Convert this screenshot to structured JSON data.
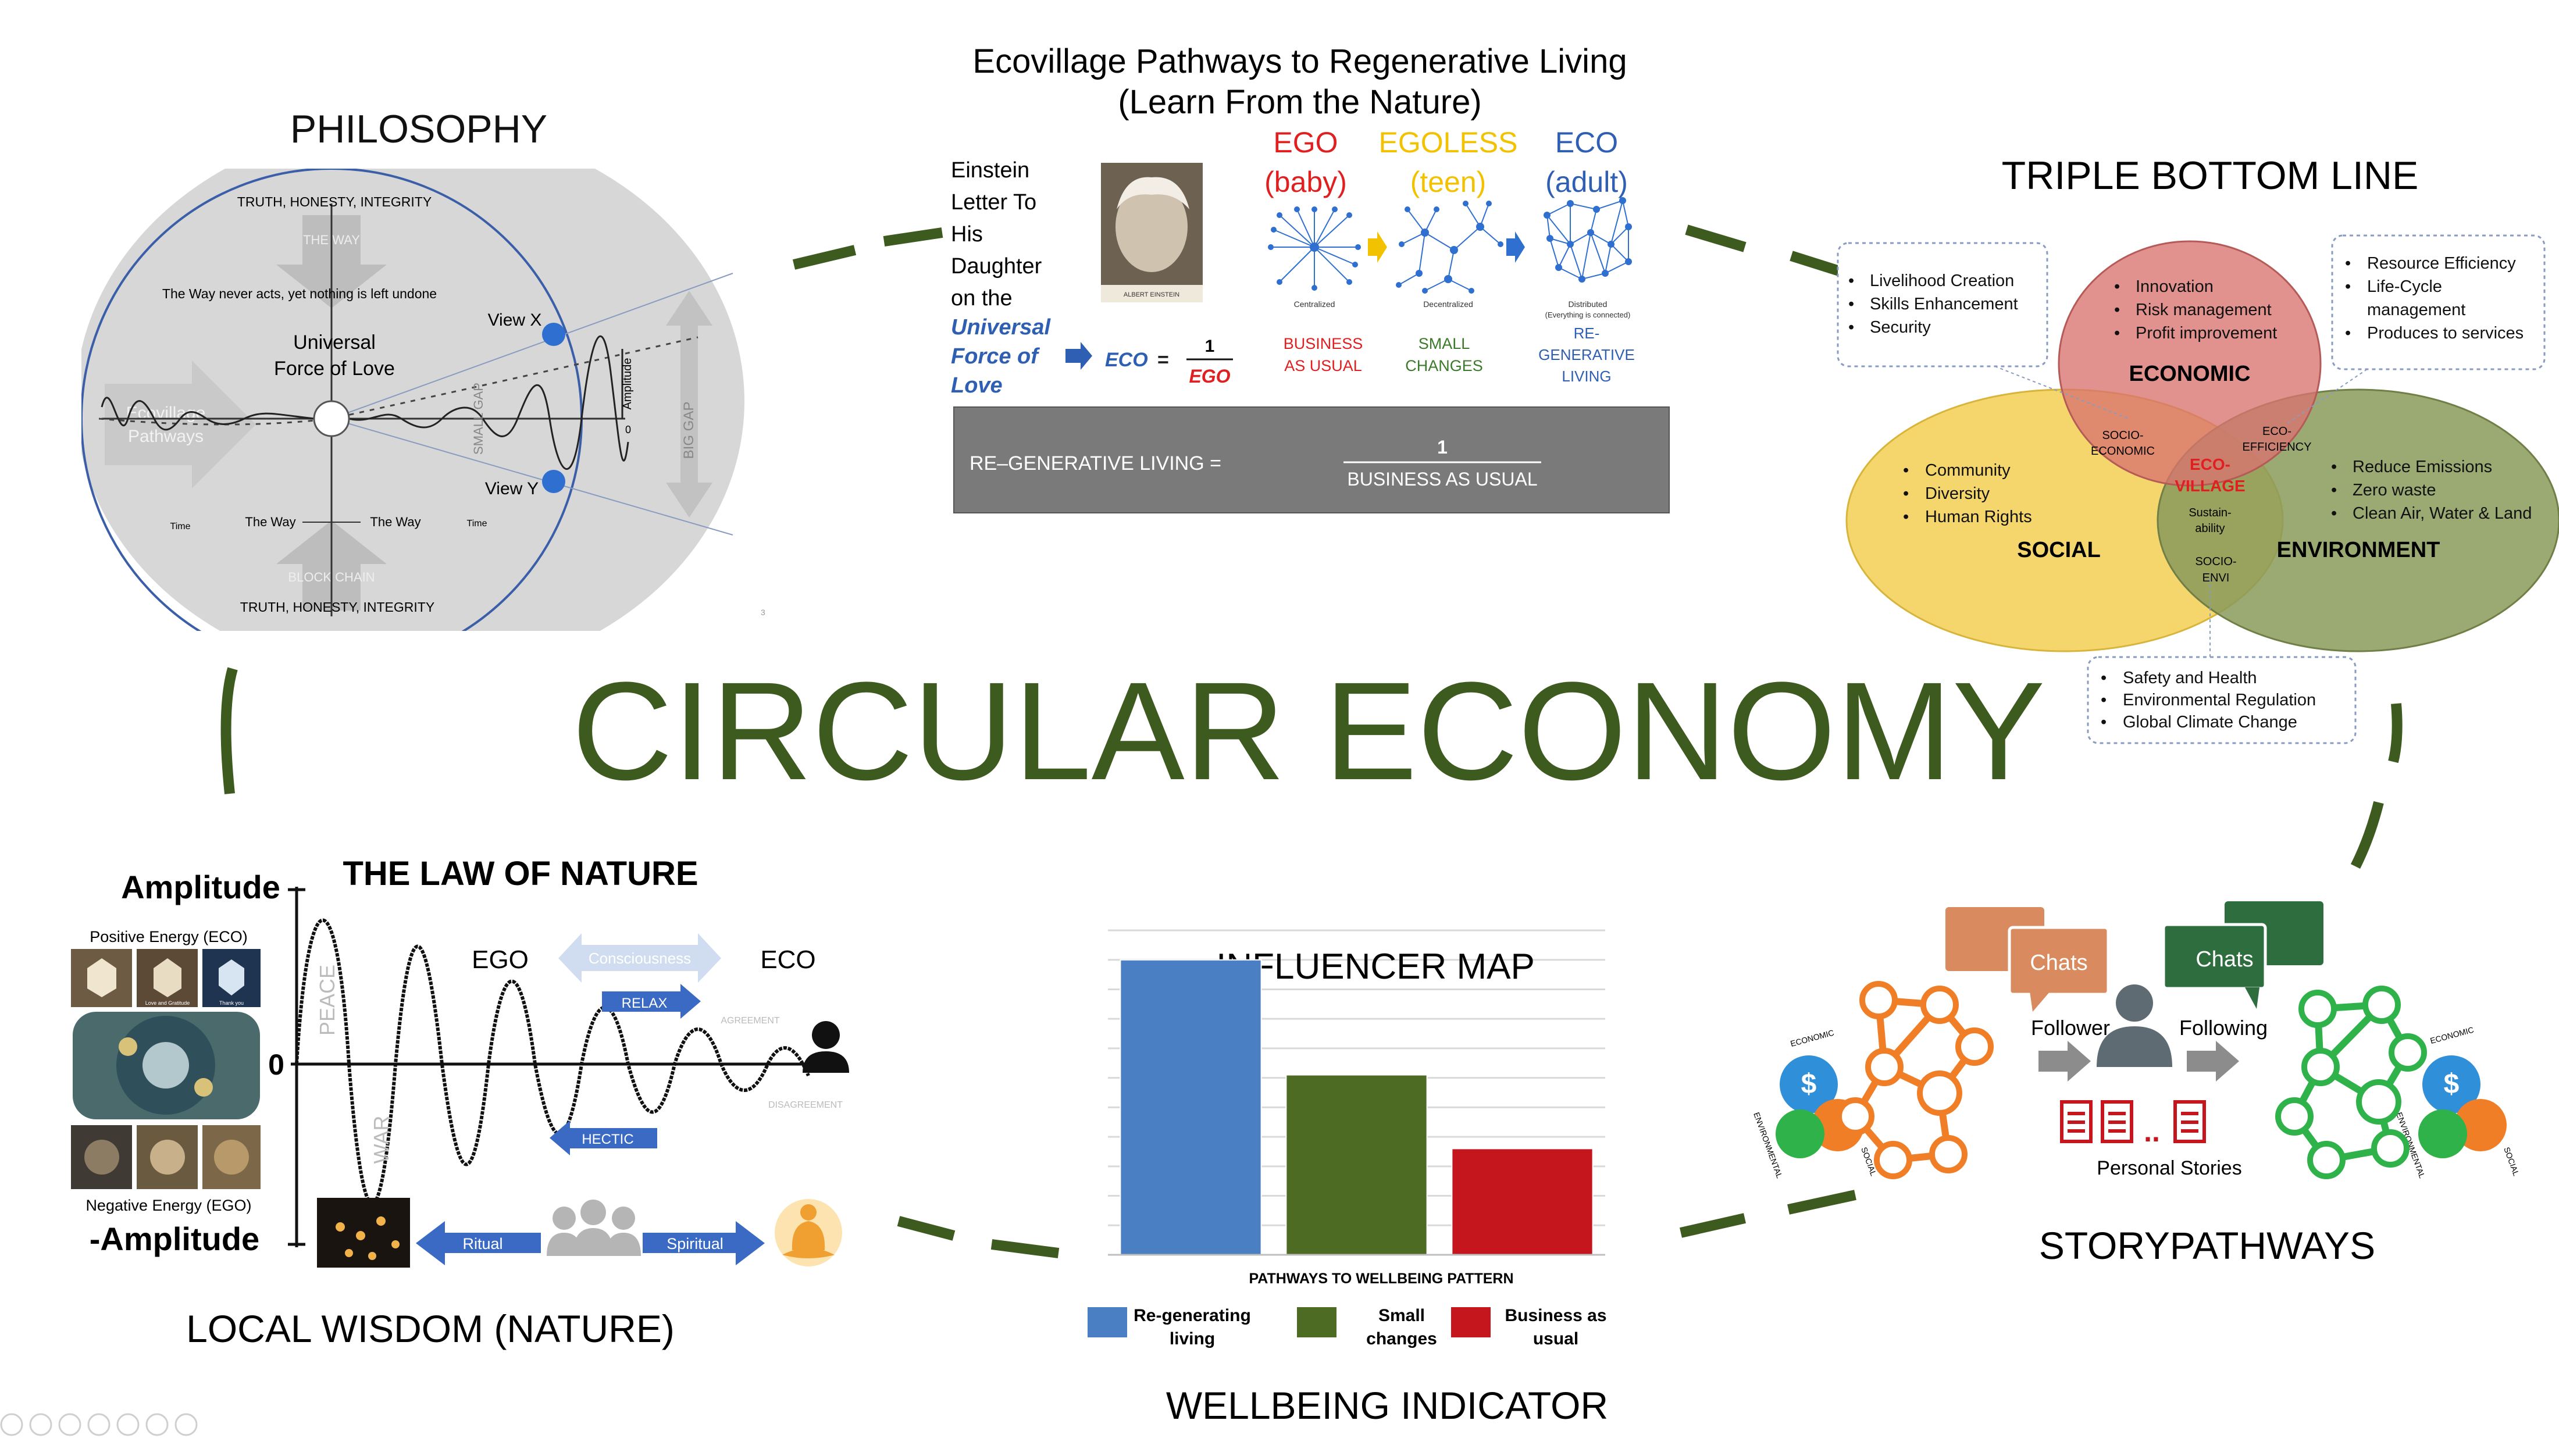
{
  "main_title": "CIRCULAR ECONOMY",
  "philosophy": {
    "title": "PHILOSOPHY",
    "top_label": "TRUTH, HONESTY, INTEGRITY",
    "bottom_label": "TRUTH, HONESTY, INTEGRITY",
    "the_way_arrow": "THE WAY",
    "block_chain_arrow": "BLOCK CHAIN",
    "motto": "The Way never acts, yet nothing is left undone",
    "center_label_1": "Universal",
    "center_label_2": "Force of Love",
    "ecovillage_arrow_1": "Ecovillage",
    "ecovillage_arrow_2": "Pathways",
    "view_x": "View X",
    "view_y": "View Y",
    "small_gap": "SMALL GAP",
    "big_gap": "BIG GAP",
    "amplitude": "Amplitude",
    "zero": "0",
    "time_left": "Time",
    "time_right": "Time",
    "the_way_left": "The Way",
    "the_way_right": "The Way",
    "page_number": "3"
  },
  "ecovillage": {
    "title_1": "Ecovillage Pathways to Regenerative Living",
    "title_2": "(Learn From the Nature)",
    "einstein_lines": [
      "Einstein",
      "Letter To",
      "His",
      "Daughter",
      "on the"
    ],
    "universal_lines": [
      "Universal",
      "Force of",
      "Love"
    ],
    "photo_caption": "ALBERT EINSTEIN",
    "eco_formula_left": "ECO",
    "eco_formula_num": "1",
    "eco_formula_den": "EGO",
    "stages": [
      {
        "name": "EGO",
        "sub": "(baby)",
        "color": "#e02020",
        "net_label": "Centralized",
        "outcome_1": "BUSINESS",
        "outcome_2": "AS USUAL",
        "outcome_color": "#e02020"
      },
      {
        "name": "EGOLESS",
        "sub": "(teen)",
        "color": "#f2c200",
        "net_label": "Decentralized",
        "outcome_1": "SMALL",
        "outcome_2": "CHANGES",
        "outcome_color": "#3b7a2a"
      },
      {
        "name": "ECO",
        "sub": "(adult)",
        "color": "#2f5fb3",
        "net_label": "Distributed",
        "net_label_2": "(Everything is connected)",
        "outcome_1": "RE-",
        "outcome_2": "GENERATIVE",
        "outcome_3": "LIVING",
        "outcome_color": "#2f5fb3"
      }
    ],
    "formula_box_left": "RE–GENERATIVE LIVING =",
    "formula_box_num": "1",
    "formula_box_den": "BUSINESS AS USUAL"
  },
  "tbl": {
    "title": "TRIPLE BOTTOM LINE",
    "economic_label": "ECONOMIC",
    "social_label": "SOCIAL",
    "environment_label": "ENVIRONMENT",
    "economic_items": [
      "Innovation",
      "Risk management",
      "Profit improvement"
    ],
    "social_items": [
      "Community",
      "Diversity",
      "Human Rights"
    ],
    "environment_items": [
      "Reduce Emissions",
      "Zero waste",
      "Clean Air, Water & Land"
    ],
    "socio_economic_1": "SOCIO-",
    "socio_economic_2": "ECONOMIC",
    "eco_efficiency_1": "ECO-",
    "eco_efficiency_2": "EFFICIENCY",
    "ecovillage_1": "ECO-",
    "ecovillage_2": "VILLAGE",
    "sustain_1": "Sustain-",
    "sustain_2": "ability",
    "socio_envi_1": "SOCIO-",
    "socio_envi_2": "ENVI",
    "box_left_items": [
      "Livelihood Creation",
      "Skills Enhancement",
      "Security"
    ],
    "box_right_items": [
      "Resource Efficiency",
      "Life-Cycle",
      "management",
      "Produces to services"
    ],
    "box_bottom_items": [
      "Safety and Health",
      "Environmental Regulation",
      "Global Climate Change"
    ],
    "colors": {
      "economic": "#d9736f",
      "social": "#f2cf52",
      "environment": "#8a9a5b"
    }
  },
  "local_wisdom": {
    "title": "LOCAL WISDOM (NATURE)",
    "law_title": "THE LAW OF NATURE",
    "amplitude_top": "Amplitude",
    "amplitude_bottom": "-Amplitude",
    "zero": "0",
    "positive_energy": "Positive Energy (ECO)",
    "negative_energy": "Negative Energy (EGO)",
    "peace": "PEACE",
    "war": "WAR",
    "ego": "EGO",
    "eco": "ECO",
    "consciousness": "Consciousness",
    "relax": "RELAX",
    "hectic": "HECTIC",
    "agreement": "AGREEMENT",
    "disagreement": "DISAGREEMENT",
    "ritual": "Ritual",
    "spiritual": "Spiritual",
    "crystal_top_caption_1": "Love and Gratitude",
    "crystal_top_caption_2": "Thank you"
  },
  "wellbeing": {
    "title": "WELLBEING INDICATOR",
    "footer": ""
  },
  "chart_data": {
    "type": "bar",
    "title": "INFLUENCER MAP",
    "xlabel": "PATHWAYS TO WELLBEING PATTERN",
    "ylabel": "",
    "categories": [
      "Re-generating living",
      "Small changes",
      "Business as usual"
    ],
    "values": [
      100,
      61,
      36
    ],
    "colors": [
      "#4a7fc4",
      "#4e6b24",
      "#c4161c"
    ],
    "ylim": [
      0,
      110
    ],
    "grid": true,
    "legend": "bottom",
    "legend_entries": [
      {
        "line1": "Re-generating",
        "line2": "living",
        "color": "#4a7fc4"
      },
      {
        "line1": "Small",
        "line2": "changes",
        "color": "#4e6b24"
      },
      {
        "line1": "Business as",
        "line2": "usual",
        "color": "#c4161c"
      }
    ]
  },
  "storypathways": {
    "title": "STORYPATHWAYS",
    "chats_left": "Chats",
    "chats_right": "Chats",
    "follower": "Follower",
    "following": "Following",
    "personal_stories": "Personal Stories",
    "dots": "..",
    "tbl_icon_economic": "ECONOMIC",
    "tbl_icon_environmental": "ENVIRONMENTAL",
    "tbl_icon_social": "SOCIAL",
    "dollar": "$",
    "colors": {
      "orange": "#f07e26",
      "green": "#2fb24a",
      "gray": "#5f6b73",
      "chat_orange": "#d98b5f",
      "chat_green": "#2e6e3e"
    }
  },
  "colors": {
    "cycle_green": "#3d5a1f",
    "title_green": "#3d5a1f"
  },
  "icons": [
    "player-controls-icons"
  ]
}
